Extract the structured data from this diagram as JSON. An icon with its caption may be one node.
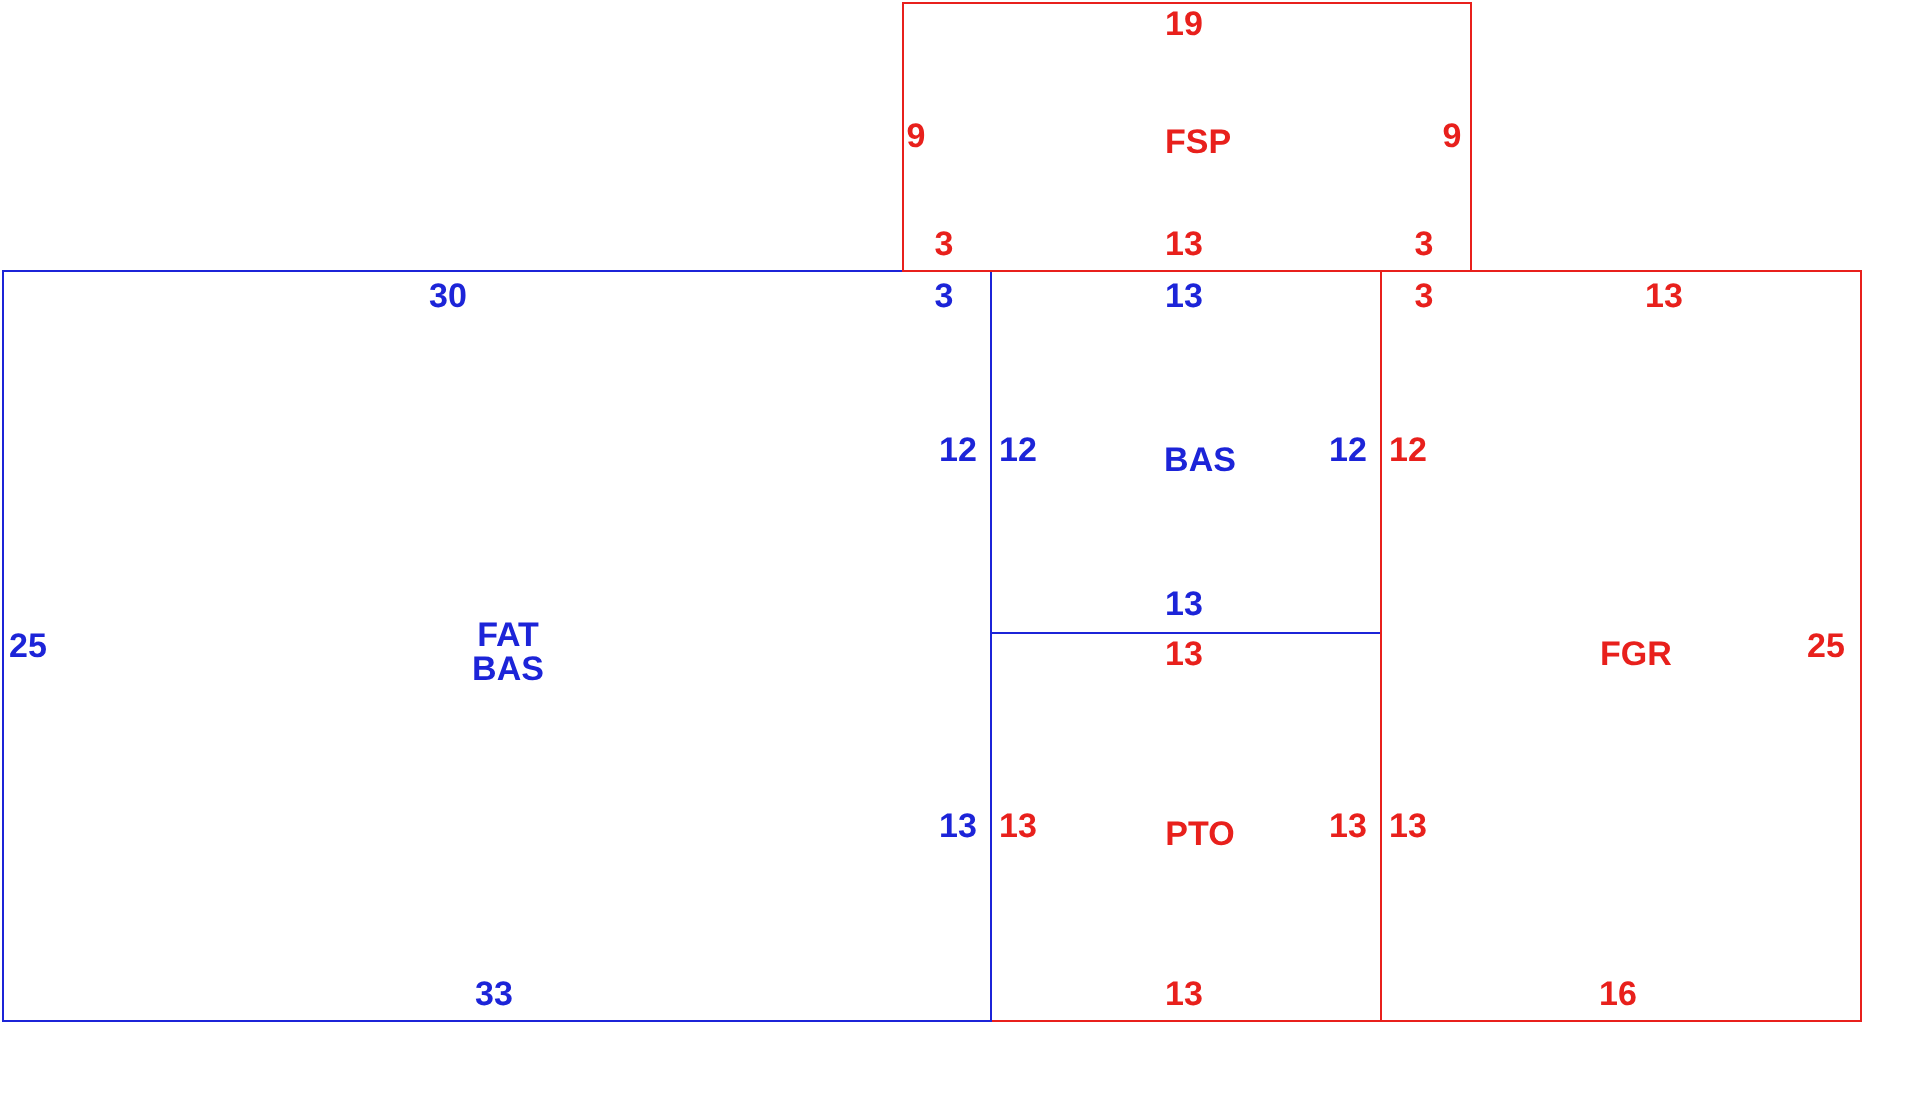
{
  "diagram": {
    "nodes": [
      {
        "text": [
          "FSP"
        ]
      },
      {
        "text": [
          "FAT BAS"
        ]
      },
      {
        "text": [
          "BAS"
        ]
      },
      {
        "text": [
          "PTO"
        ]
      },
      {
        "text": [
          "FGR"
        ]
      }
    ],
    "labels": [
      "19",
      "9",
      "9",
      "3",
      "13",
      "3",
      "30",
      "3",
      "13",
      "3",
      "13",
      "12",
      "12",
      "12",
      "12",
      "13",
      "25",
      "13",
      "25",
      "13",
      "13",
      "13",
      "13",
      "33",
      "13",
      "16"
    ]
  }
}
